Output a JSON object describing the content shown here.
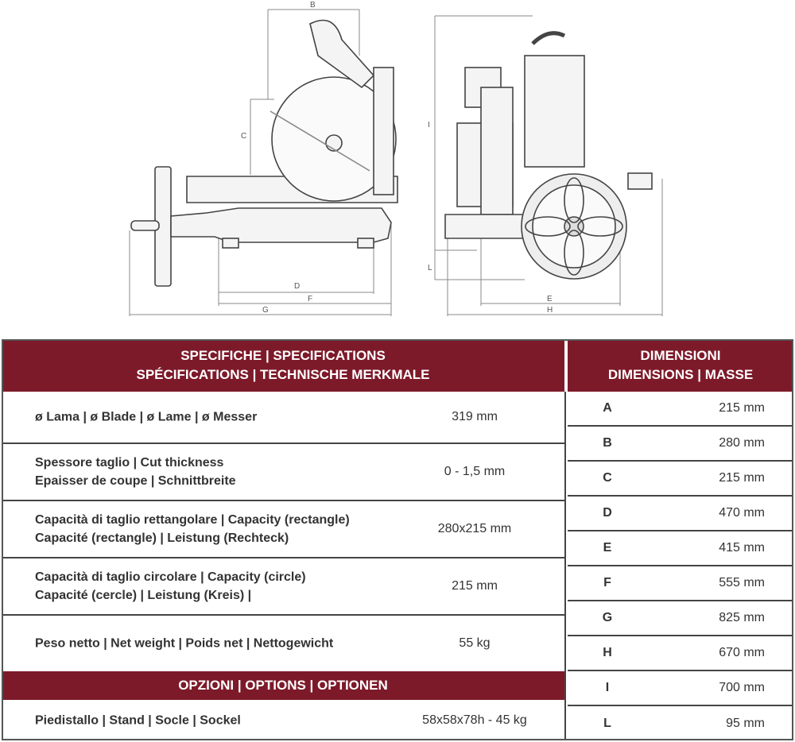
{
  "drawing": {
    "dimension_letters": [
      "B",
      "C",
      "D",
      "F",
      "G",
      "I",
      "L",
      "E",
      "H"
    ]
  },
  "specs": {
    "header_line1": "SPECIFICHE | SPECIFICATIONS",
    "header_line2": "SPÉCIFICATIONS | TECHNISCHE MERKMALE",
    "rows": [
      {
        "label_lines": [
          "ø Lama | ø Blade |  ø Lame | ø Messer"
        ],
        "value": "319 mm"
      },
      {
        "label_lines": [
          "Spessore taglio | Cut thickness",
          "Epaisser de coupe | Schnittbreite"
        ],
        "value": "0 - 1,5 mm"
      },
      {
        "label_lines": [
          "Capacità di taglio rettangolare | Capacity (rectangle)",
          "Capacité (rectangle)  | Leistung (Rechteck)"
        ],
        "value": "280x215 mm"
      },
      {
        "label_lines": [
          "Capacità di taglio circolare | Capacity (circle)",
          "Capacité (cercle) | Leistung (Kreis) |"
        ],
        "value": "215 mm"
      },
      {
        "label_lines": [
          "Peso netto | Net weight | Poids net | Nettogewicht"
        ],
        "value": "55 kg"
      }
    ]
  },
  "options": {
    "header": "OPZIONI | OPTIONS | OPTIONEN",
    "rows": [
      {
        "label": "Piedistallo | Stand | Socle | Sockel",
        "value": "58x58x78h - 45 kg"
      }
    ]
  },
  "dimensions": {
    "header_line1": "DIMENSIONI",
    "header_line2": "DIMENSIONS | MASSE",
    "rows": [
      {
        "key": "A",
        "value": "215 mm"
      },
      {
        "key": "B",
        "value": "280 mm"
      },
      {
        "key": "C",
        "value": "215 mm"
      },
      {
        "key": "D",
        "value": "470 mm"
      },
      {
        "key": "E",
        "value": "415 mm"
      },
      {
        "key": "F",
        "value": "555 mm"
      },
      {
        "key": "G",
        "value": "825 mm"
      },
      {
        "key": "H",
        "value": "670 mm"
      },
      {
        "key": "I",
        "value": "700 mm"
      },
      {
        "key": "L",
        "value": "95 mm"
      }
    ]
  },
  "colors": {
    "header_bg": "#7d1a2a",
    "header_text": "#ffffff"
  }
}
